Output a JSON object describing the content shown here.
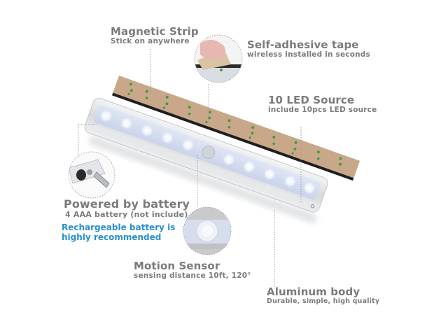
{
  "labels": {
    "magnetic": {
      "title": "Magnetic Strip",
      "subtitle": "Stick on anywhere"
    },
    "adhesive": {
      "title": "Self-adhesive tape",
      "subtitle": "wireless installed in seconds"
    },
    "led": {
      "title": "10 LED Source",
      "subtitle": "include 10pcs LED source"
    },
    "battery": {
      "title": "Powered by battery",
      "subtitle": "4 AAA battery (not include)"
    },
    "recommend": {
      "line1": "Rechargeable battery is",
      "line2": "highly recommended"
    },
    "motion": {
      "title": "Motion Sensor",
      "subtitle": "sensing distance 10ft, 120°"
    },
    "aluminum": {
      "title": "Aluminum body",
      "subtitle": "Durable, simple, high quality"
    }
  },
  "colors": {
    "text_gray": "#7b7b7b",
    "accent_blue": "#2a8fd0",
    "tape_tan": "#c9a98a",
    "tape_green": "#3f9a4a",
    "bar_silver": "#d8dadd",
    "led_glow": "#e9f0ff"
  },
  "icons": [
    "hand-peeling-tape-icon",
    "battery-compartment-icon",
    "pir-sensor-icon"
  ]
}
